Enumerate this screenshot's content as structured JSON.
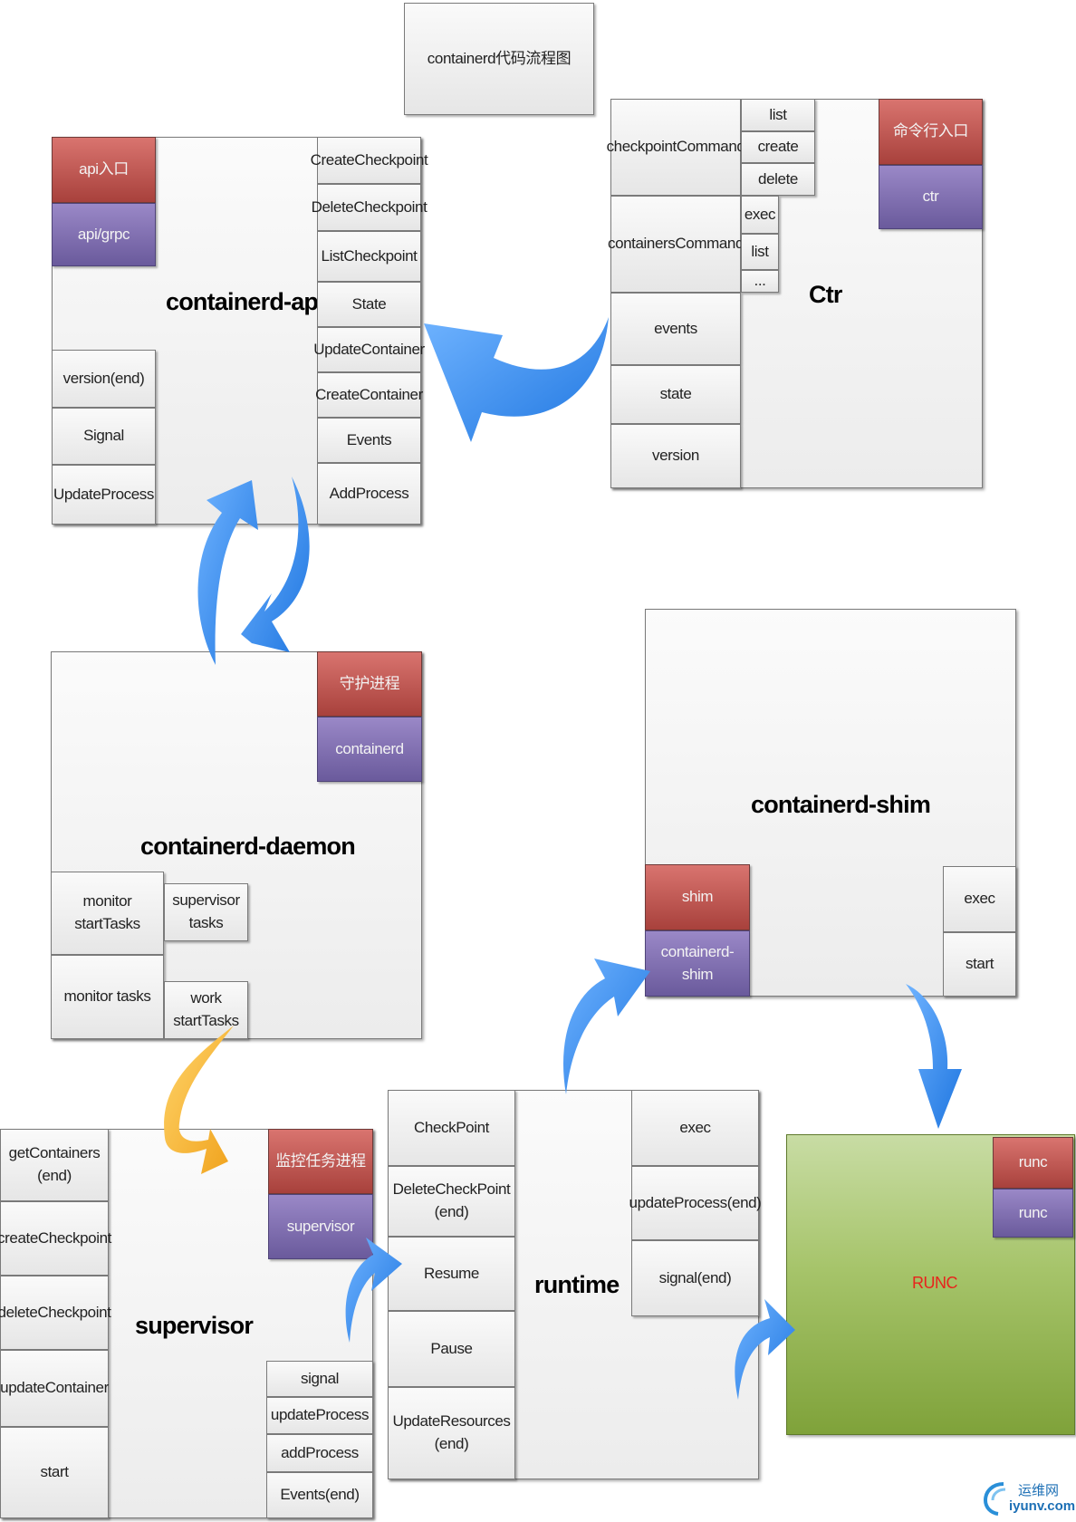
{
  "header": {
    "title": "containerd代码流程图"
  },
  "api": {
    "title": "containerd-api",
    "badge_top": "api入口",
    "badge_bottom": "api/grpc",
    "methods": [
      "CreateCheckpoint",
      "DeleteCheckpoint",
      "ListCheckpoint",
      "State",
      "UpdateContainer",
      "CreateContainer",
      "Events",
      "AddProcess"
    ],
    "left_items": [
      "version(end)",
      "Signal",
      "UpdateProcess"
    ]
  },
  "ctr": {
    "title": "Ctr",
    "badge_top": "命令行入口",
    "badge_bottom": "ctr",
    "commands": [
      "checkpointCommand",
      "containersCommand",
      "events",
      "state",
      "version"
    ],
    "checkpoint_sub": [
      "list",
      "create",
      "delete"
    ],
    "containers_sub": [
      "exec",
      "list",
      "..."
    ]
  },
  "daemon": {
    "title": "containerd-daemon",
    "badge_top": "守护进程",
    "badge_bottom": "containerd",
    "items": [
      "monitor startTasks",
      "monitor tasks"
    ],
    "sub_items": [
      "supervisor\ntasks",
      "work\nstartTasks"
    ]
  },
  "shim": {
    "title": "containerd-shim",
    "badge_top": "shim",
    "badge_bottom": "containerd-shim",
    "items": [
      "exec",
      "start"
    ]
  },
  "supervisor": {
    "title": "supervisor",
    "badge_top": "监控任务进程",
    "badge_bottom": "supervisor",
    "left_items": [
      "getContainers\n(end)",
      "createCheckpoint",
      "deleteCheckpoint",
      "updateContainer",
      "start"
    ],
    "right_items": [
      "signal",
      "updateProcess",
      "addProcess",
      "Events(end)"
    ]
  },
  "runtime": {
    "title": "runtime",
    "left_items": [
      "CheckPoint",
      "DeleteCheckPoint\n(end)",
      "Resume",
      "Pause",
      "UpdateResources\n(end)"
    ],
    "right_items": [
      "exec",
      "updateProcess(end)",
      "signal(end)"
    ]
  },
  "runc": {
    "label": "RUNC",
    "badge_top": "runc",
    "badge_bottom": "runc",
    "label_color": "#e8231c"
  },
  "watermark": {
    "cn": "运维网",
    "en": "iyunv.com"
  },
  "colors": {
    "arrow_blue": "#3d8ff0",
    "arrow_orange": "#f4b532",
    "badge_red": "#b3504b",
    "badge_purple": "#7c6baf",
    "runc_green": "#8fb04a"
  }
}
